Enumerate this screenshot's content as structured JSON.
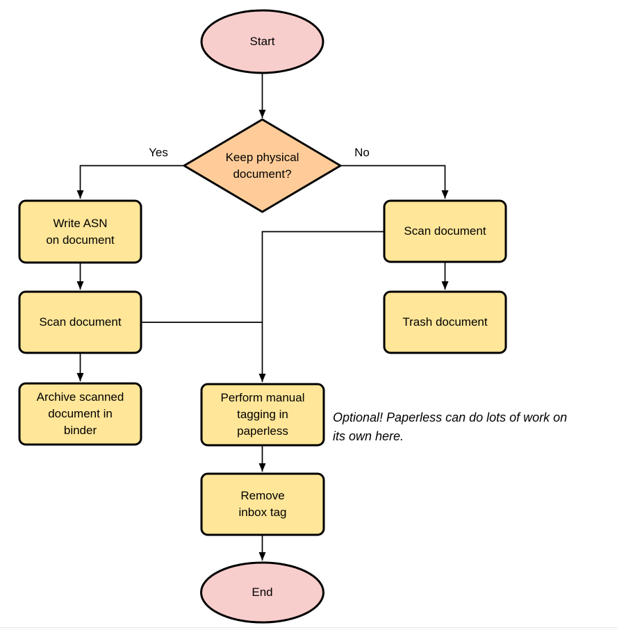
{
  "colors": {
    "terminator_fill": "#F8CECC",
    "decision_fill": "#FFCC99",
    "process_fill": "#FFE699",
    "stroke": "#000000"
  },
  "nodes": {
    "start": {
      "type": "terminator",
      "label": "Start"
    },
    "decision": {
      "type": "decision",
      "label": "Keep physical\ndocument?"
    },
    "write_asn": {
      "type": "process",
      "label": "Write ASN\non document"
    },
    "scan_left": {
      "type": "process",
      "label": "Scan document"
    },
    "archive": {
      "type": "process",
      "label": "Archive scanned\ndocument in\nbinder"
    },
    "scan_right": {
      "type": "process",
      "label": "Scan document"
    },
    "trash": {
      "type": "process",
      "label": "Trash document"
    },
    "tagging": {
      "type": "process",
      "label": "Perform manual\ntagging in\npaperless"
    },
    "remove_inbox": {
      "type": "process",
      "label": "Remove\ninbox tag"
    },
    "end": {
      "type": "terminator",
      "label": "End"
    }
  },
  "edge_labels": {
    "yes": "Yes",
    "no": "No"
  },
  "note": {
    "text": "Optional! Paperless can do lots of work on\nits own here."
  }
}
